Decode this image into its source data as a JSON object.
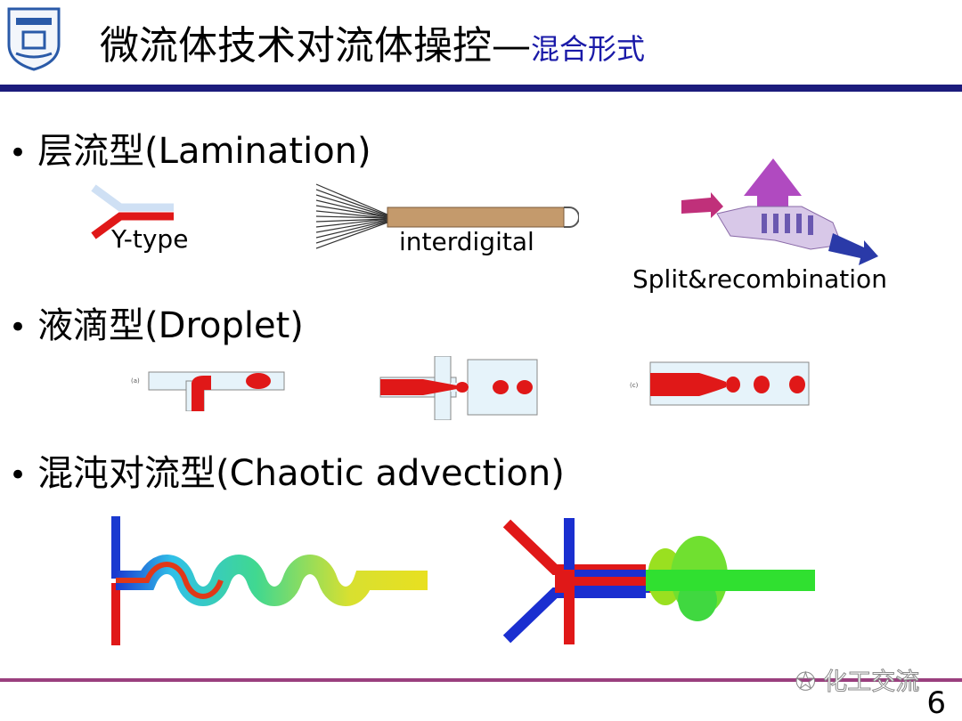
{
  "slide": {
    "title_main": "微流体技术对流体操控—",
    "title_sub": "混合形式",
    "page_number": "6",
    "watermark": "化工交流"
  },
  "sections": [
    {
      "cn": "层流型",
      "en": "(Lamination)"
    },
    {
      "cn": "液滴型",
      "en": "(Droplet)"
    },
    {
      "cn": "混沌对流型",
      "en": "(Chaotic advection)"
    }
  ],
  "lamination_labels": {
    "ytype": "Y-type",
    "interdigital": "interdigital",
    "split": "Split&recombination"
  },
  "colors": {
    "title_bar": "#1c1c7c",
    "subtitle": "#1a1aa8",
    "footer_bar": "#9a3f7e",
    "channel_red": "#e01818",
    "channel_blue": "#1a2fd0"
  }
}
